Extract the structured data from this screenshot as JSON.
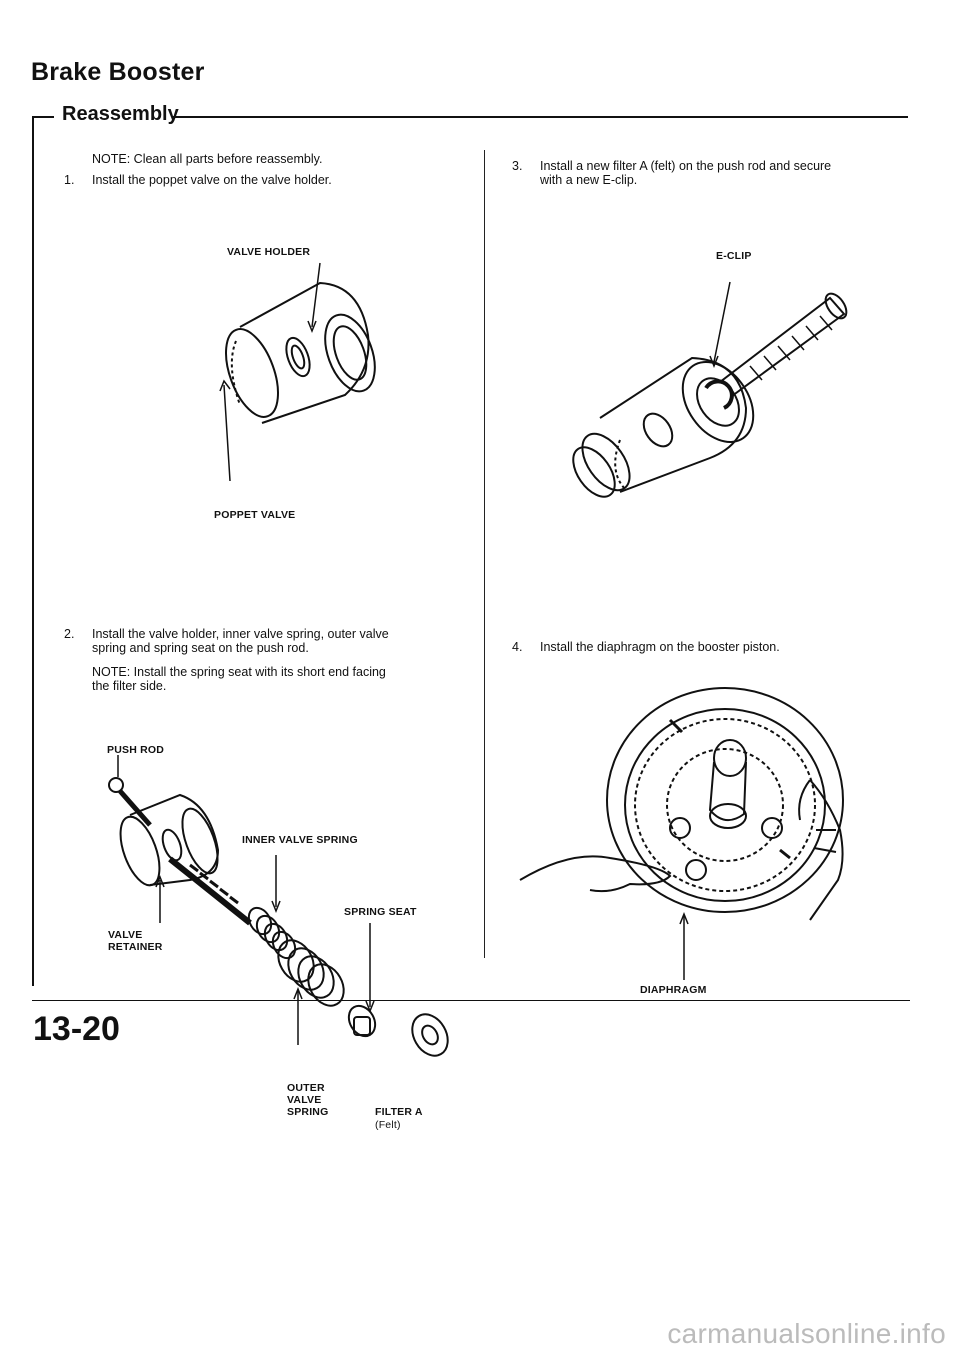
{
  "header": {
    "title": "Brake Booster",
    "subtitle": "Reassembly"
  },
  "left": {
    "note1": "NOTE: Clean all parts before reassembly.",
    "step1_num": "1.",
    "step1_text": "Install the poppet valve on the valve holder.",
    "fig1_labels": {
      "valve_holder": "VALVE HOLDER",
      "poppet_valve": "POPPET VALVE"
    },
    "step2_num": "2.",
    "step2_line1": "Install the valve holder, inner valve spring, outer valve",
    "step2_line2": "spring and spring seat on the push rod.",
    "note2_line1": "NOTE: Install the spring seat with its short end facing",
    "note2_line2": "the filter side.",
    "fig2_labels": {
      "push_rod": "PUSH ROD",
      "inner_valve_spring": "INNER VALVE SPRING",
      "spring_seat": "SPRING SEAT",
      "valve_retainer_1": "VALVE",
      "valve_retainer_2": "RETAINER",
      "outer_1": "OUTER",
      "outer_2": "VALVE",
      "outer_3": "SPRING",
      "filter_1": "FILTER A",
      "filter_2": "(Felt)"
    }
  },
  "right": {
    "step3_num": "3.",
    "step3_line1": "Install a new filter A (felt) on the push rod and secure",
    "step3_line2": "with a new E-clip.",
    "fig3_labels": {
      "e_clip": "E-CLIP"
    },
    "step4_num": "4.",
    "step4_text": "Install the diaphragm on the booster piston.",
    "fig4_labels": {
      "diaphragm": "DIAPHRAGM"
    }
  },
  "page_number": "13-20",
  "footer_watermark": "carmanualsonline.info"
}
